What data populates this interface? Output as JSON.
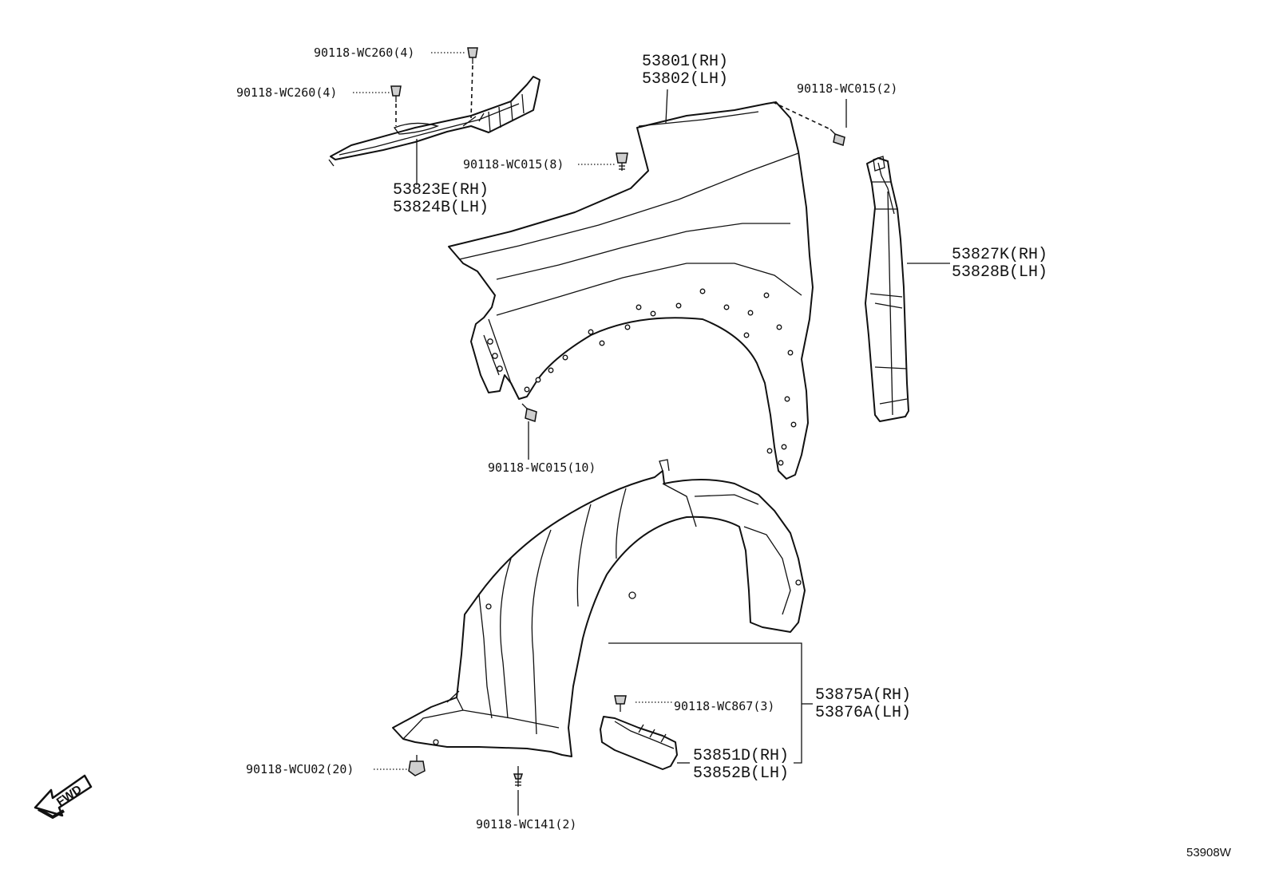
{
  "diagram_id": "53908W",
  "fwd_label": "FWD",
  "parts": {
    "fender": [
      "53801(RH)",
      "53802(LH)"
    ],
    "cowl_side_seal": [
      "53823E(RH)",
      "53824B(LH)"
    ],
    "fender_seal": [
      "53827K(RH)",
      "53828B(LH)"
    ],
    "liner": [
      "53875A(RH)",
      "53876A(LH)"
    ],
    "mud_guard": [
      "53851D(RH)",
      "53852B(LH)"
    ]
  },
  "fasteners": {
    "wc260_upper": "90118-WC260(4)",
    "wc260_lower": "90118-WC260(4)",
    "wc015_2": "90118-WC015(2)",
    "wc015_8": "90118-WC015(8)",
    "wc015_10": "90118-WC015(10)",
    "wc867_3": "90118-WC867(3)",
    "wcu02_20": "90118-WCU02(20)",
    "wc141_2": "90118-WC141(2)"
  }
}
